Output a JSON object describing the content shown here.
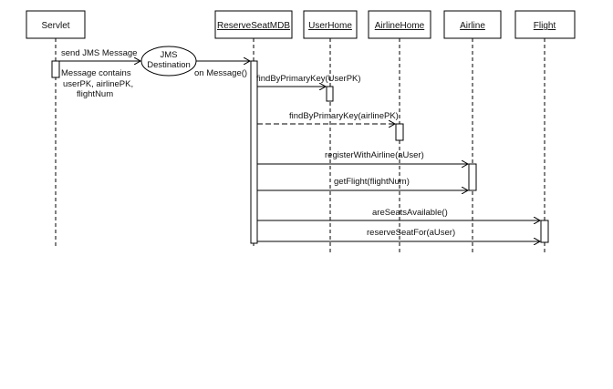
{
  "participants": [
    {
      "id": "servlet",
      "label": "Servlet",
      "underline": false
    },
    {
      "id": "mdb",
      "label": "ReserveSeatMDB",
      "underline": true
    },
    {
      "id": "userhome",
      "label": "UserHome",
      "underline": true
    },
    {
      "id": "airlinehome",
      "label": "AirlineHome",
      "underline": true
    },
    {
      "id": "airline",
      "label": "Airline",
      "underline": true
    },
    {
      "id": "flight",
      "label": "Flight",
      "underline": true
    }
  ],
  "jms": {
    "line1": "JMS",
    "line2": "Destination"
  },
  "messages": {
    "send": "send JMS Message",
    "on_message": "on Message()",
    "note_line1": "Message contains",
    "note_line2": "userPK, airlinePK,",
    "note_line3": "flightNum",
    "m1": "findByPrimaryKey(UserPK)",
    "m2": "findByPrimaryKey(airlinePK)",
    "m3": "registerWithAirline(aUser)",
    "m4": "getFlight(flightNum)",
    "m5": "areSeatsAvailable()",
    "m6": "reserveSeatFor(aUser)"
  }
}
